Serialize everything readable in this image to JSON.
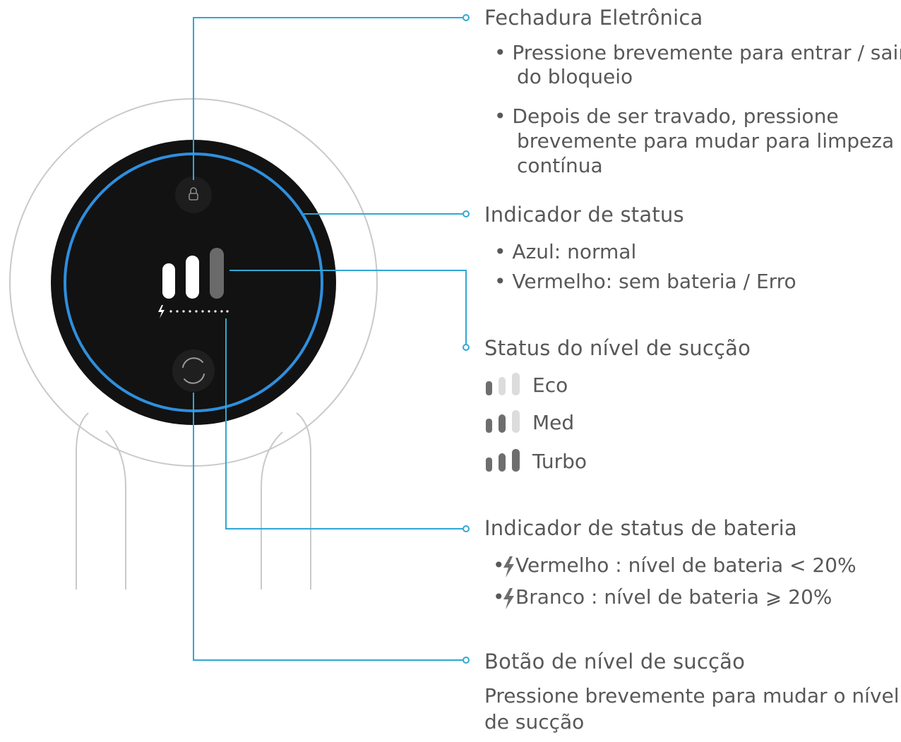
{
  "colors": {
    "accent_blue": "#2fa8d4",
    "ring_blue": "#2f8fdd",
    "dial_black": "#121212",
    "text": "#585858",
    "bar_active": "#6e6e6e",
    "bar_inactive": "#dcdcdc"
  },
  "icons": {
    "lock": "lock-icon",
    "cycle": "cycle-icon",
    "bolt": "lightning-icon",
    "suction_bars": "suction-bars-icon"
  },
  "lock": {
    "title": "Fechadura Eletrônica",
    "b1_l1": "• Pressione brevemente para entrar / sair",
    "b1_l2": "do bloqueio",
    "b2_l1": "• Depois de ser travado, pressione",
    "b2_l2": "brevemente para mudar para limpeza",
    "b2_l3": "contínua"
  },
  "status": {
    "title": "Indicador de status",
    "b1": "• Azul: normal",
    "b2": "• Vermelho: sem bateria / Erro"
  },
  "suction": {
    "title": "Status do nível de sucção",
    "levels": [
      {
        "label": "Eco",
        "active_bars": 1
      },
      {
        "label": "Med",
        "active_bars": 2
      },
      {
        "label": "Turbo",
        "active_bars": 3
      }
    ]
  },
  "battery": {
    "title": "Indicador de status de bateria",
    "b1_prefix": "•",
    "b1": "Vermelho : nível de bateria < 20%",
    "b2_prefix": "•",
    "b2": "Branco : nível de bateria ⩾ 20%"
  },
  "button": {
    "title": "Botão de nível de sucção",
    "desc_l1": "Pressione brevemente para mudar o nível",
    "desc_l2": "de sucção"
  }
}
